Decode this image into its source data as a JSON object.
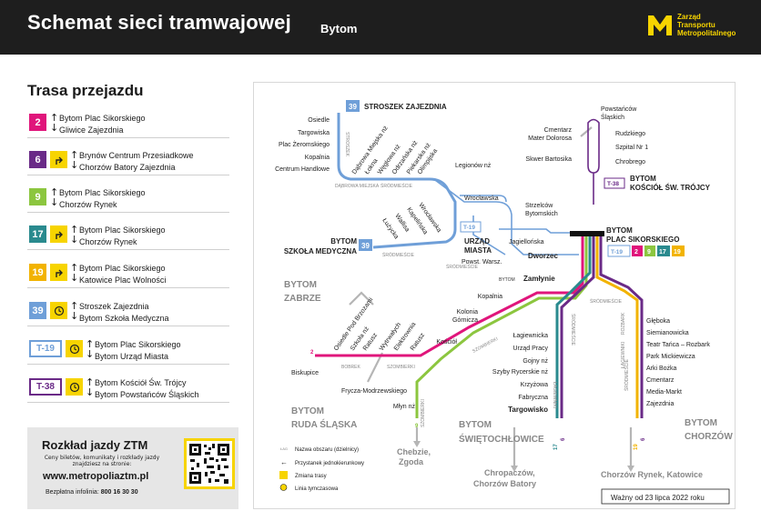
{
  "header": {
    "title": "Schemat sieci tramwajowej",
    "subtitle": "Bytom",
    "logo_lines": [
      "Zarząd",
      "Transportu",
      "Metropolitalnego"
    ],
    "bg_color": "#1e1e1e",
    "accent_color": "#f7d400"
  },
  "routes_panel": {
    "title": "Trasa przejazdu",
    "routes": [
      {
        "line": "2",
        "color": "#e0157b",
        "icon": "",
        "from": "Bytom Plac Sikorskiego",
        "to": "Gliwice Zajezdnia"
      },
      {
        "line": "6",
        "color": "#6a2a87",
        "icon": "route-change-icon",
        "from": "Brynów Centrum Przesiadkowe",
        "to": "Chorzów Batory Zajezdnia"
      },
      {
        "line": "9",
        "color": "#8cc63f",
        "icon": "",
        "from": "Bytom Plac Sikorskiego",
        "to": "Chorzów Rynek"
      },
      {
        "line": "17",
        "color": "#2a8a8e",
        "icon": "route-change-icon",
        "from": "Bytom Plac Sikorskiego",
        "to": "Chorzów Rynek"
      },
      {
        "line": "19",
        "color": "#f2b300",
        "icon": "route-change-icon",
        "from": "Bytom Plac Sikorskiego",
        "to": "Katowice Plac Wolności"
      },
      {
        "line": "39",
        "color": "#6f9fd8",
        "icon": "temporary-line-icon",
        "from": "Stroszek Zajezdnia",
        "to": "Bytom Szkoła Medyczna"
      },
      {
        "line": "T-19",
        "color": "#6f9fd8",
        "icon": "temporary-line-icon",
        "from": "Bytom Plac Sikorskiego",
        "to": "Bytom Urząd Miasta"
      },
      {
        "line": "T-38",
        "color": "#6a2a87",
        "icon": "temporary-line-icon",
        "from": "Bytom Kościół Św. Trójcy",
        "to": "Bytom Powstańców Śląskich"
      }
    ]
  },
  "ztm": {
    "title": "Rozkład jazdy ZTM",
    "description": "Ceny biletów, komunikaty i rozkłady jazdy znajdziesz na stronie:",
    "url": "www.metropoliaztm.pl",
    "hotline_label": "Bezpłatna infolinia:",
    "hotline_number": "800 16 30 30"
  },
  "map": {
    "valid_from": "Ważny od 23 lipca 2022 roku",
    "areas": {
      "zabrze": [
        "BYTOM",
        "ZABRZE"
      ],
      "ruda": [
        "BYTOM",
        "RUDA ŚLĄSKA"
      ],
      "swietochlowice": [
        "BYTOM",
        "ŚWIĘTOCHŁOWICE"
      ],
      "chorzow": [
        "BYTOM",
        "CHORZÓW"
      ]
    },
    "zones": {
      "stroszek": "STROSZEK",
      "dabrowa": "DĄBROWA MIEJSKA",
      "srodmiescie_a": "ŚRÓDMIEŚCIE",
      "srodmiescie_b": "ŚRÓDMIEŚCIE",
      "srodmiescie_c": "ŚRÓDMIEŚCIE",
      "srodmiescie_d": "ŚRÓDMIEŚCIE",
      "srodmiescie_e": "ŚRÓDMIEŚCIE",
      "srodmiescie_f": "ŚRÓDMIEŚCIE",
      "bobrek": "BOBREK",
      "szombierki_a": "SZOMBIERKI",
      "szombierki_b": "SZOMBIERKI",
      "szombierki_c": "SZOMBIERKI",
      "lagiewniki_a": "ŁAGIEWNIKI",
      "lagiewniki_b": "ŁAGIEWNIKI",
      "rozbark": "ROZBARK"
    },
    "terminals": {
      "stroszek": {
        "line": "39",
        "name": "STROSZEK ZAJEZDNIA"
      },
      "szkola": {
        "line": "39",
        "name": [
          "BYTOM",
          "SZKOŁA MEDYCZNA"
        ]
      },
      "urzad": {
        "line": "T-19",
        "name": [
          "URZĄD",
          "MIASTA"
        ]
      },
      "sikorskiego": {
        "name": [
          "BYTOM",
          "PLAC SIKORSKIEGO"
        ],
        "lines": [
          "T-19",
          "2",
          "9",
          "17",
          "19"
        ]
      },
      "kosciol": {
        "line": "T-38",
        "name": [
          "BYTOM",
          "KOŚCIÓŁ ŚW. TRÓJCY"
        ]
      }
    },
    "line39_left": [
      "Osiedle",
      "Targowiska",
      "Plac Żeromskiego",
      "Kopalnia",
      "Centrum Handlowe"
    ],
    "line39_diag": [
      "Dąbrowa Miejska nż",
      "Łokna",
      "Węglowa nż",
      "Odrzańska nż",
      "Piekarska nż",
      "Olimpijska"
    ],
    "line39_south": [
      "Wrocławska",
      "Kapelińska",
      "Wallisa",
      "Łużycka"
    ],
    "t19_stops": {
      "legionow": "Legionów nż",
      "wroclawska": "Wrocławska",
      "strzelcow": [
        "Strzelców",
        "Bytomskich"
      ],
      "jagiellonska": "Jagiellońska",
      "dworzec": "Dworzec",
      "powst": "Powst. Warsz."
    },
    "t38_stops": {
      "powstancow": [
        "Powstańców",
        "Śląskich"
      ],
      "cmentarz": [
        "Cmentarz",
        "Mater Dolorosa"
      ],
      "rudzkiego": "Rudzkiego",
      "szpital": "Szpital Nr 1",
      "bartosika": "Skwer Bartosika",
      "chrobrego": "Chrobrego"
    },
    "west_stops": {
      "zamlynie_prefix": "BYTOM",
      "zamlynie": "Zamłynie",
      "kopalnia": "Kopalnia",
      "kolonia": [
        "Kolonia",
        "Górnicza"
      ],
      "kosciol": "Kościół",
      "diag": [
        "Osiedle Pod Brzozami",
        "Szkoła nż",
        "Ratusz",
        "Wytrwałych",
        "Elektrownia",
        "Ratusz"
      ],
      "biskupice": "Biskupice",
      "line2": "2",
      "frycza": "Frycza-Modrzewskiego",
      "mlyn": "Młyn nż",
      "chebzie": [
        "Chebzie,",
        "Zgoda"
      ],
      "line9": "9"
    },
    "south_stops": [
      "Łagiewnicka",
      "Urząd Pracy",
      "Gojny nż",
      "Szyby Rycerskie nż",
      "Krzyżowa",
      "Fabryczna"
    ],
    "targowisko": "Targowisko",
    "south_lines": [
      "17",
      "6"
    ],
    "chropaczow": [
      "Chropaczów,",
      "Chorzów Batory"
    ],
    "east_stops": [
      "Głęboka",
      "Siemianowicka",
      "Teatr Tańca – Rozbark",
      "Park Mickiewicza",
      "Arki Bożka",
      "Cmentarz",
      "Media-Markt",
      "Zajezdnia"
    ],
    "east_lines": [
      "19",
      "6"
    ],
    "chorzow_rynek": "Chorzów Rynek, Katowice",
    "legend": [
      {
        "key": "ŁAG",
        "label": "Nazwa obszaru (dzielnicy)"
      },
      {
        "key": "arrow",
        "label": "Przystanek jednokierunkowy"
      },
      {
        "key": "change",
        "label": "Zmiana trasy"
      },
      {
        "key": "temp",
        "label": "Linia tymczasowa"
      }
    ]
  }
}
